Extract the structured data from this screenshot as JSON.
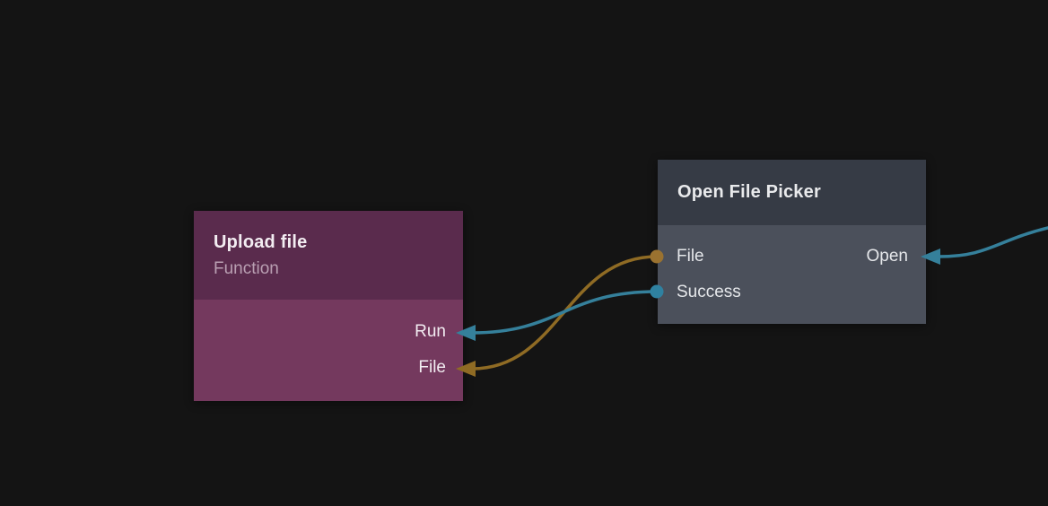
{
  "colors": {
    "background": "#141414",
    "teal_wire": "#35809b",
    "gold_wire": "#8f6b24",
    "teal_dot": "#2f81a0",
    "gold_dot": "#9a7230",
    "upload_header": "#5a2b4d",
    "upload_body": "#74395e",
    "picker_header": "#363b45",
    "picker_body": "#4b505b"
  },
  "nodes": {
    "upload_file": {
      "title": "Upload file",
      "subtitle": "Function",
      "inputs": [
        {
          "label": "Run"
        },
        {
          "label": "File"
        }
      ]
    },
    "open_file_picker": {
      "title": "Open File Picker",
      "outputs": [
        {
          "label": "File"
        },
        {
          "label": "Success"
        }
      ],
      "inputs": [
        {
          "label": "Open"
        }
      ]
    }
  }
}
